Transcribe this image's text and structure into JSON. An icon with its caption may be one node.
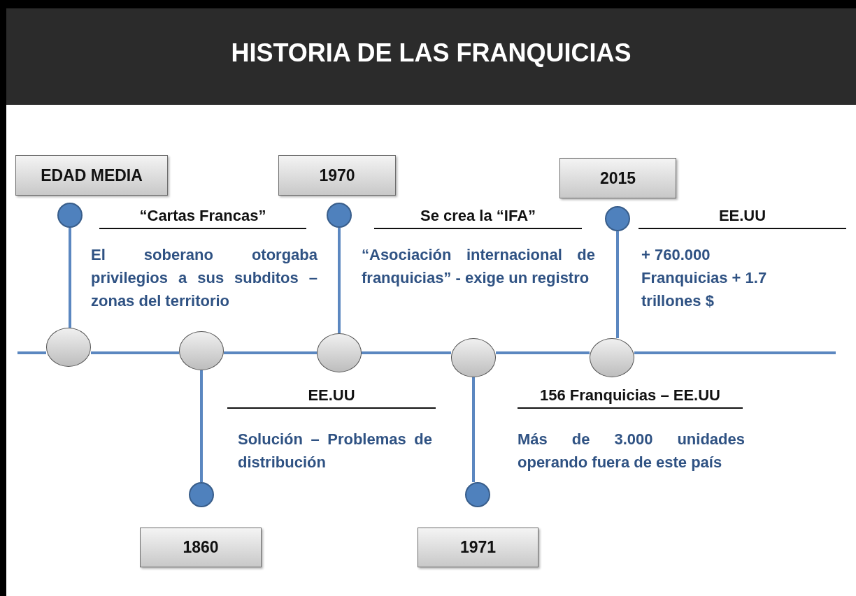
{
  "diagram": {
    "title": "HISTORIA DE LAS FRANQUICIAS",
    "nodes": [
      {
        "text": [
          "EDAD MEDIA"
        ]
      },
      {
        "text": [
          "1970"
        ]
      },
      {
        "text": [
          "2015"
        ]
      },
      {
        "text": [],
        "shape": "circle"
      },
      {
        "text": [],
        "shape": "circle"
      },
      {
        "text": [],
        "shape": "circle"
      },
      {
        "text": [],
        "shape": "circle"
      },
      {
        "text": [],
        "shape": "circle"
      },
      {
        "text": [],
        "shape": "circle"
      },
      {
        "text": [],
        "shape": "circle"
      },
      {
        "text": [],
        "shape": "circle"
      },
      {
        "text": [],
        "shape": "circle"
      },
      {
        "text": [],
        "shape": "circle"
      },
      {
        "text": [
          "1860"
        ]
      },
      {
        "text": [
          "1971"
        ]
      }
    ],
    "edges": [
      {
        "from": 3,
        "to": 6,
        "arrow": "none"
      },
      {
        "from": 4,
        "to": 8,
        "arrow": "none"
      },
      {
        "from": 5,
        "to": 10,
        "arrow": "none"
      },
      {
        "from": 7,
        "to": 11,
        "arrow": "none"
      },
      {
        "from": 9,
        "to": 12,
        "arrow": "none"
      },
      {
        "from": 6,
        "to": 7,
        "arrow": "none"
      },
      {
        "from": 7,
        "to": 8,
        "arrow": "none"
      },
      {
        "from": 8,
        "to": 9,
        "arrow": "none"
      },
      {
        "from": 9,
        "to": 10,
        "arrow": "none"
      }
    ],
    "labels": [
      "“Cartas Francas”",
      "El soberano otorgaba privilegios a sus subditos – zonas del territorio",
      "Se crea la “IFA”",
      "“Asociación internacional de franquicias” - exige un registro",
      "EE.UU",
      "+ 760.000 Franquicias + 1.7 trillones $",
      "EE.UU",
      "Solución – Problemas de distribución",
      "156 Franquicias – EE.UU",
      "Más de 3.000 unidades operando fuera de este país"
    ]
  }
}
